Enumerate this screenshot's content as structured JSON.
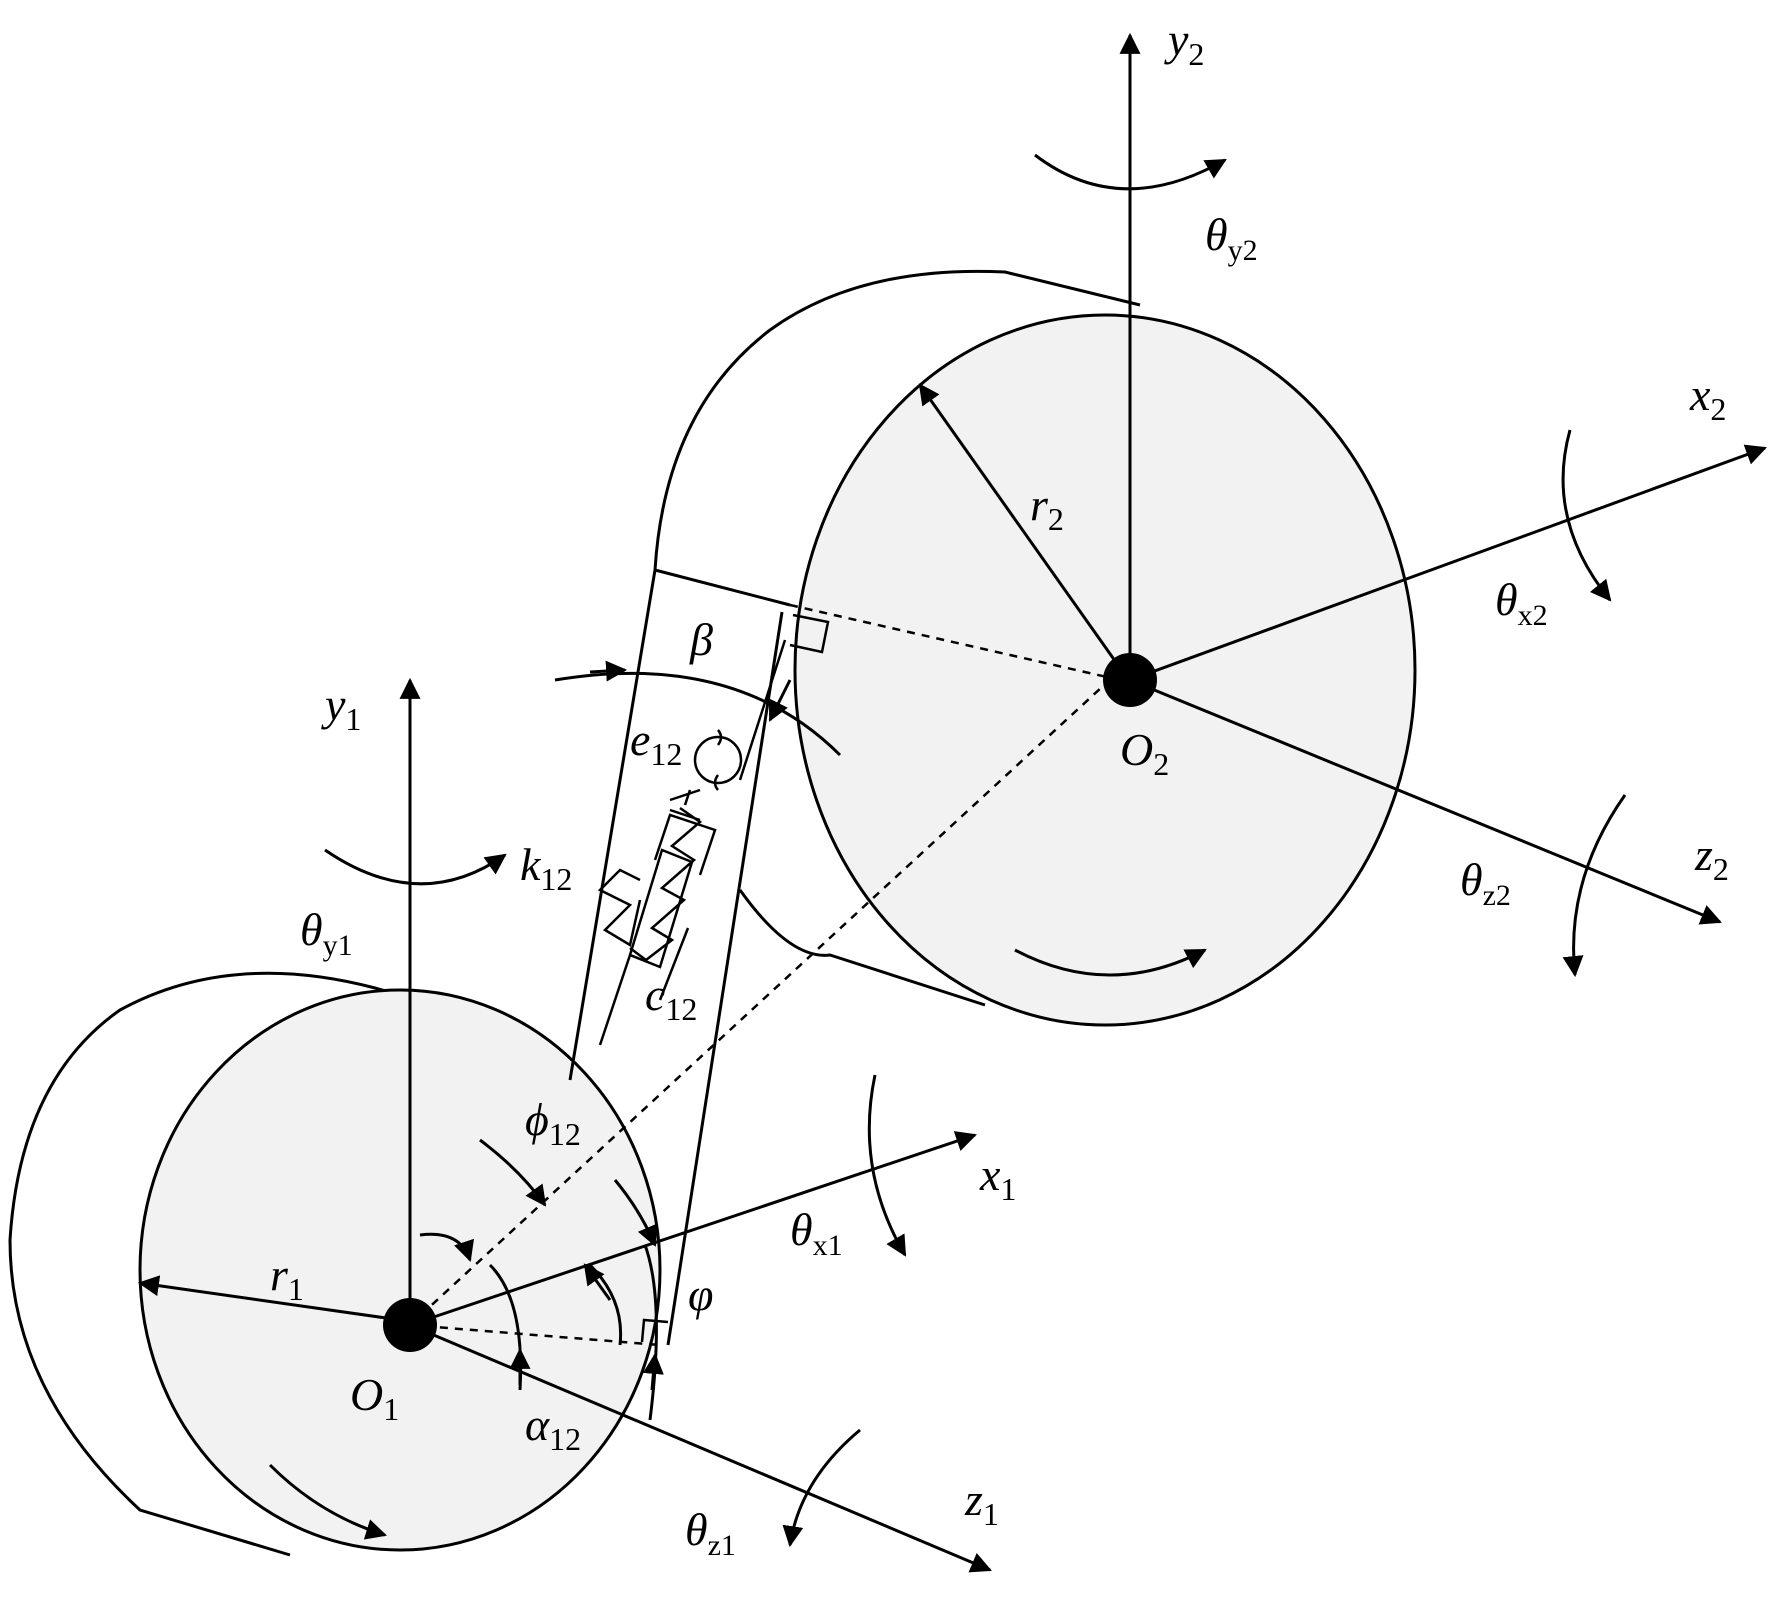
{
  "colors": {
    "stroke": "#000000",
    "pulley_fill": "#f2f2f2",
    "background": "#ffffff"
  },
  "labels": {
    "y1": {
      "main": "y",
      "sub": "1"
    },
    "y2": {
      "main": "y",
      "sub": "2"
    },
    "x1": {
      "main": "x",
      "sub": "1"
    },
    "x2": {
      "main": "x",
      "sub": "2"
    },
    "z1": {
      "main": "z",
      "sub": "1"
    },
    "z2": {
      "main": "z",
      "sub": "2"
    },
    "O1": {
      "main": "O",
      "sub": "1"
    },
    "O2": {
      "main": "O",
      "sub": "2"
    },
    "r1": {
      "main": "r",
      "sub": "1"
    },
    "r2": {
      "main": "r",
      "sub": "2"
    },
    "theta_y1": {
      "main": "θ",
      "sub": "y1"
    },
    "theta_y2": {
      "main": "θ",
      "sub": "y2"
    },
    "theta_x1": {
      "main": "θ",
      "sub": "x1"
    },
    "theta_x2": {
      "main": "θ",
      "sub": "x2"
    },
    "theta_z1": {
      "main": "θ",
      "sub": "z1"
    },
    "theta_z2": {
      "main": "θ",
      "sub": "z2"
    },
    "k12": {
      "main": "k",
      "sub": "12"
    },
    "c12": {
      "main": "c",
      "sub": "12"
    },
    "e12": {
      "main": "e",
      "sub": "12"
    },
    "phi12": {
      "main": "ϕ",
      "sub": "12"
    },
    "alpha12": {
      "main": "α",
      "sub": "12"
    },
    "beta": {
      "main": "β",
      "sub": ""
    },
    "varphi": {
      "main": "φ",
      "sub": ""
    }
  }
}
